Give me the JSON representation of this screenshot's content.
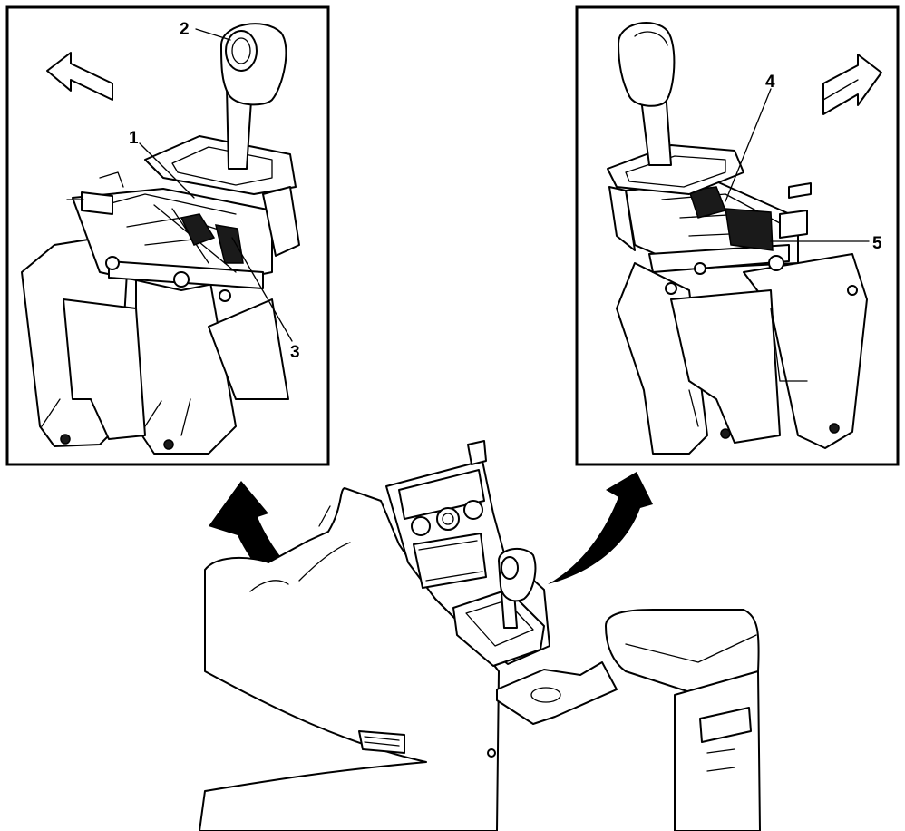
{
  "callouts": [
    {
      "id": "1",
      "text": "1"
    },
    {
      "id": "2",
      "text": "2"
    },
    {
      "id": "3",
      "text": "3"
    },
    {
      "id": "4",
      "text": "4"
    },
    {
      "id": "5",
      "text": "5"
    }
  ],
  "colors": {
    "line": "#000000",
    "background": "#ffffff",
    "fill": "#ffffff"
  },
  "icons": [
    "direction-arrow-icon",
    "curved-arrow-icon"
  ]
}
